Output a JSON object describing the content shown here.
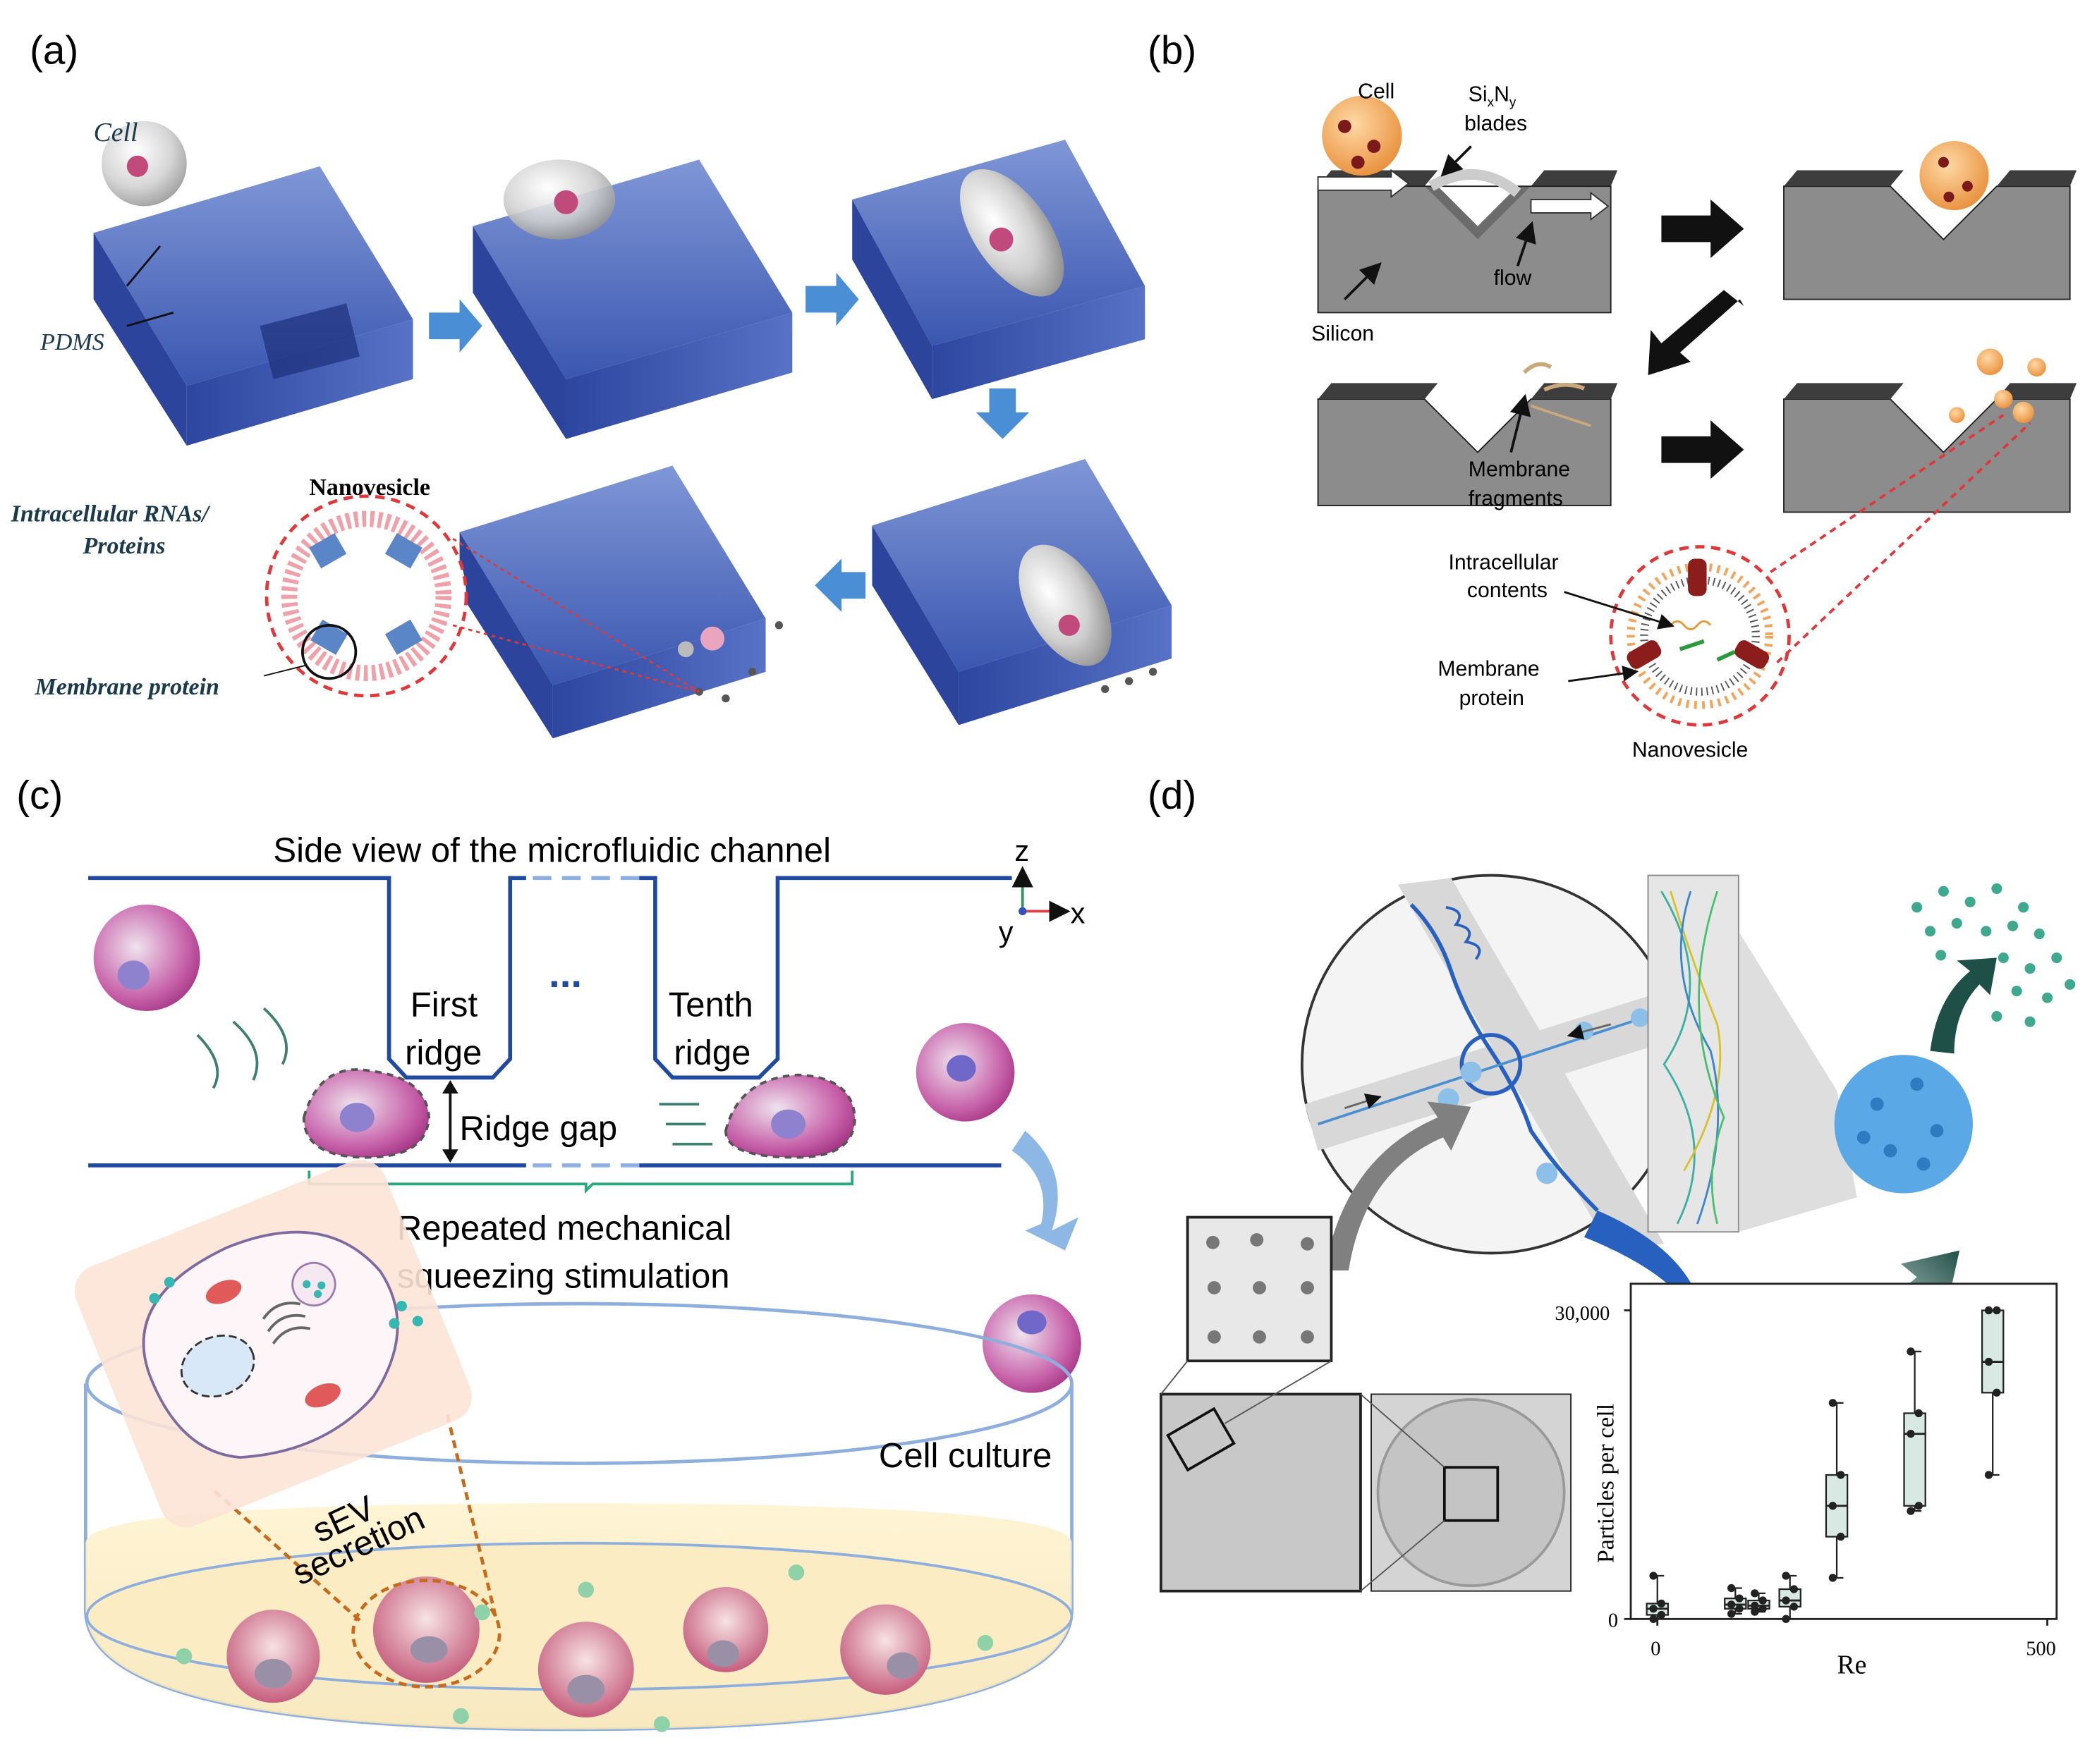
{
  "panels": {
    "a": {
      "label": "(a)",
      "cell": "Cell",
      "pdms": "PDMS",
      "nanovesicle": "Nanovesicle",
      "intracellular_1": "Intracellular RNAs/",
      "intracellular_2": "Proteins",
      "membrane_protein": "Membrane protein"
    },
    "b": {
      "label": "(b)",
      "cell": "Cell",
      "blades_formula_si": "Si",
      "blades_formula_x": "x",
      "blades_formula_n": "N",
      "blades_formula_y": "y",
      "blades": "blades",
      "flow": "flow",
      "silicon": "Silicon",
      "membrane_1": "Membrane",
      "membrane_2": "fragments",
      "intracellular_1": "Intracellular",
      "intracellular_2": "contents",
      "membrane_protein_1": "Membrane",
      "membrane_protein_2": "protein",
      "nanovesicle": "Nanovesicle"
    },
    "c": {
      "label": "(c)",
      "title": "Side view of the microfluidic channel",
      "axis_z": "z",
      "axis_y": "y",
      "axis_x": "x",
      "first_1": "First",
      "first_2": "ridge",
      "tenth_1": "Tenth",
      "tenth_2": "ridge",
      "ellipsis": "...",
      "ridge_gap": "Ridge gap",
      "repeat_1": "Repeated mechanical",
      "repeat_2": "squeezing stimulation",
      "cell_culture": "Cell culture",
      "sev_1": "sEV",
      "sev_2": "secretion"
    },
    "d": {
      "label": "(d)"
    }
  },
  "chart_data": {
    "type": "box",
    "xlabel": "Re",
    "ylabel": "Particles per cell",
    "x_ticks": [
      "0",
      "500"
    ],
    "y_ticks": [
      "0",
      "30,000"
    ],
    "xlim": [
      0,
      500
    ],
    "ylim": [
      0,
      30000
    ],
    "boxes": [
      {
        "x": 0,
        "min": 0,
        "q1": 400,
        "median": 1000,
        "q3": 1500,
        "max": 4200
      },
      {
        "x": 100,
        "min": 500,
        "q1": 1000,
        "median": 1400,
        "q3": 2000,
        "max": 3000
      },
      {
        "x": 130,
        "min": 700,
        "q1": 1000,
        "median": 1300,
        "q3": 1800,
        "max": 2500
      },
      {
        "x": 170,
        "min": 0,
        "q1": 1200,
        "median": 1800,
        "q3": 2900,
        "max": 4200
      },
      {
        "x": 230,
        "min": 4000,
        "q1": 8000,
        "median": 11000,
        "q3": 14000,
        "max": 21000
      },
      {
        "x": 330,
        "min": 10500,
        "q1": 11000,
        "median": 18000,
        "q3": 20000,
        "max": 26000
      },
      {
        "x": 430,
        "min": 14000,
        "q1": 22000,
        "median": 25000,
        "q3": 30000,
        "max": 30000
      }
    ],
    "fill_color": "#d7e9e2",
    "point_color": "#222222"
  }
}
